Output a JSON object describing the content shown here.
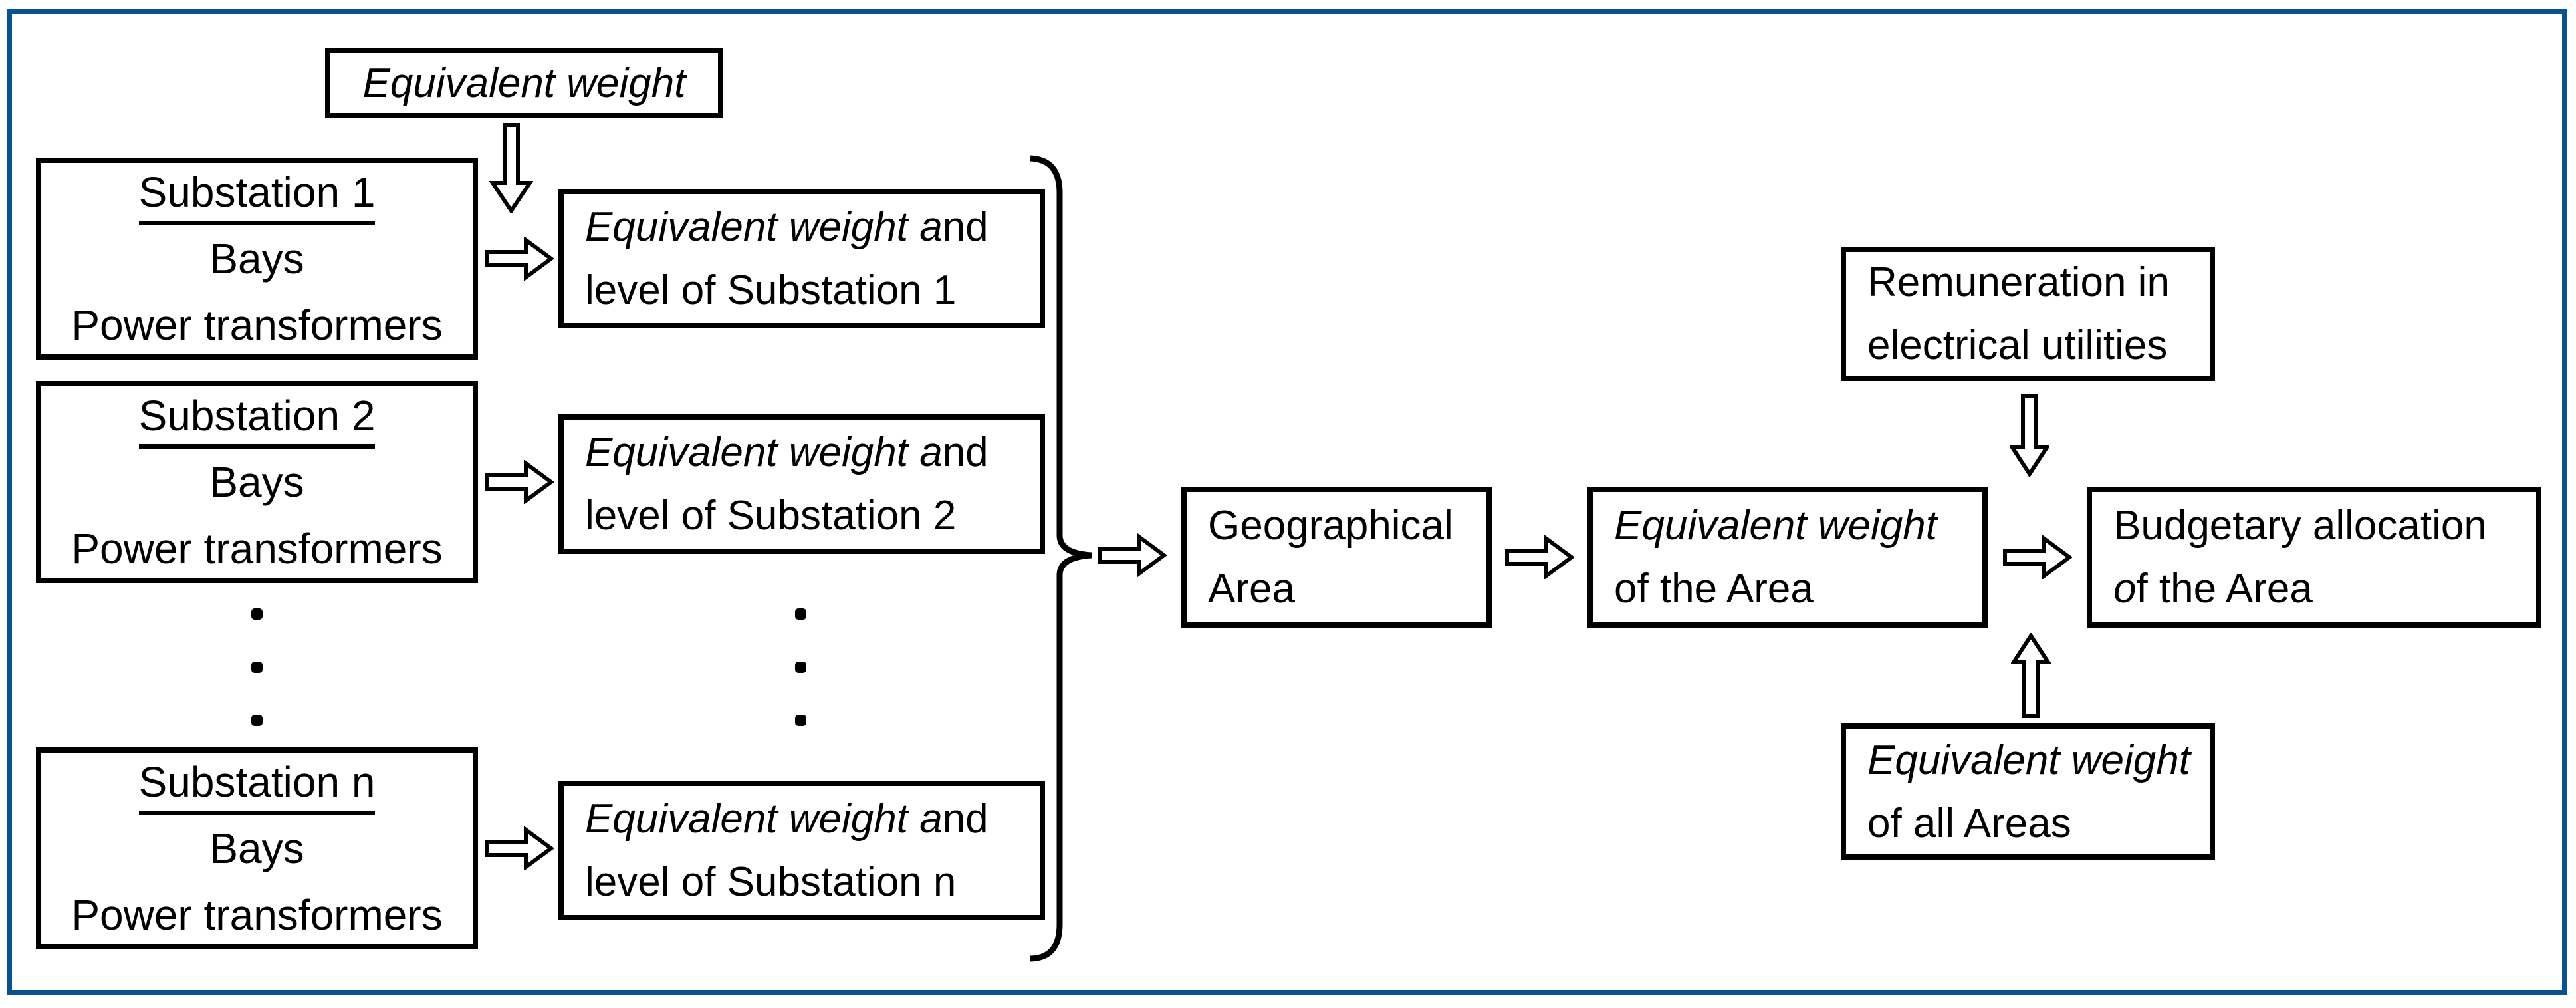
{
  "diagram": {
    "top_label": {
      "text": "Equivalent weight"
    },
    "substations": {
      "s1": {
        "title": "Substation 1",
        "line2": "Bays",
        "line3": "Power transformers"
      },
      "s2": {
        "title": "Substation 2",
        "line2": "Bays",
        "line3": "Power transformers"
      },
      "sn": {
        "title": "Substation n",
        "line2": "Bays",
        "line3": "Power transformers"
      }
    },
    "equivalent_boxes": {
      "e1": {
        "l1_italic": "Equivalent weight a",
        "l1_regular": "nd",
        "l2": "level of Substation 1"
      },
      "e2": {
        "l1_italic": "Equivalent weight a",
        "l1_regular": "nd",
        "l2": "level of Substation 2"
      },
      "en": {
        "l1_italic": "Equivalent weight a",
        "l1_regular": "nd",
        "l2": "level of Substation n"
      }
    },
    "geographical": {
      "l1": "Geographical",
      "l2": "Area"
    },
    "ew_area": {
      "l1_italic": "Equivalent weight",
      "l2": "of the Area"
    },
    "budget": {
      "l1": "Budgetary allocation",
      "l2_italic": "o",
      "l2_regular": "f the Area"
    },
    "remuneration": {
      "l1": "Remuneration in",
      "l2": "electrical utilities"
    },
    "ew_all_areas": {
      "l1_italic": "Equivalent weight",
      "l2": "of all Areas"
    },
    "vertical_ellipsis": "...",
    "colors": {
      "frame": "#07528f",
      "box_border": "#000000",
      "background": "#ffffff"
    }
  }
}
